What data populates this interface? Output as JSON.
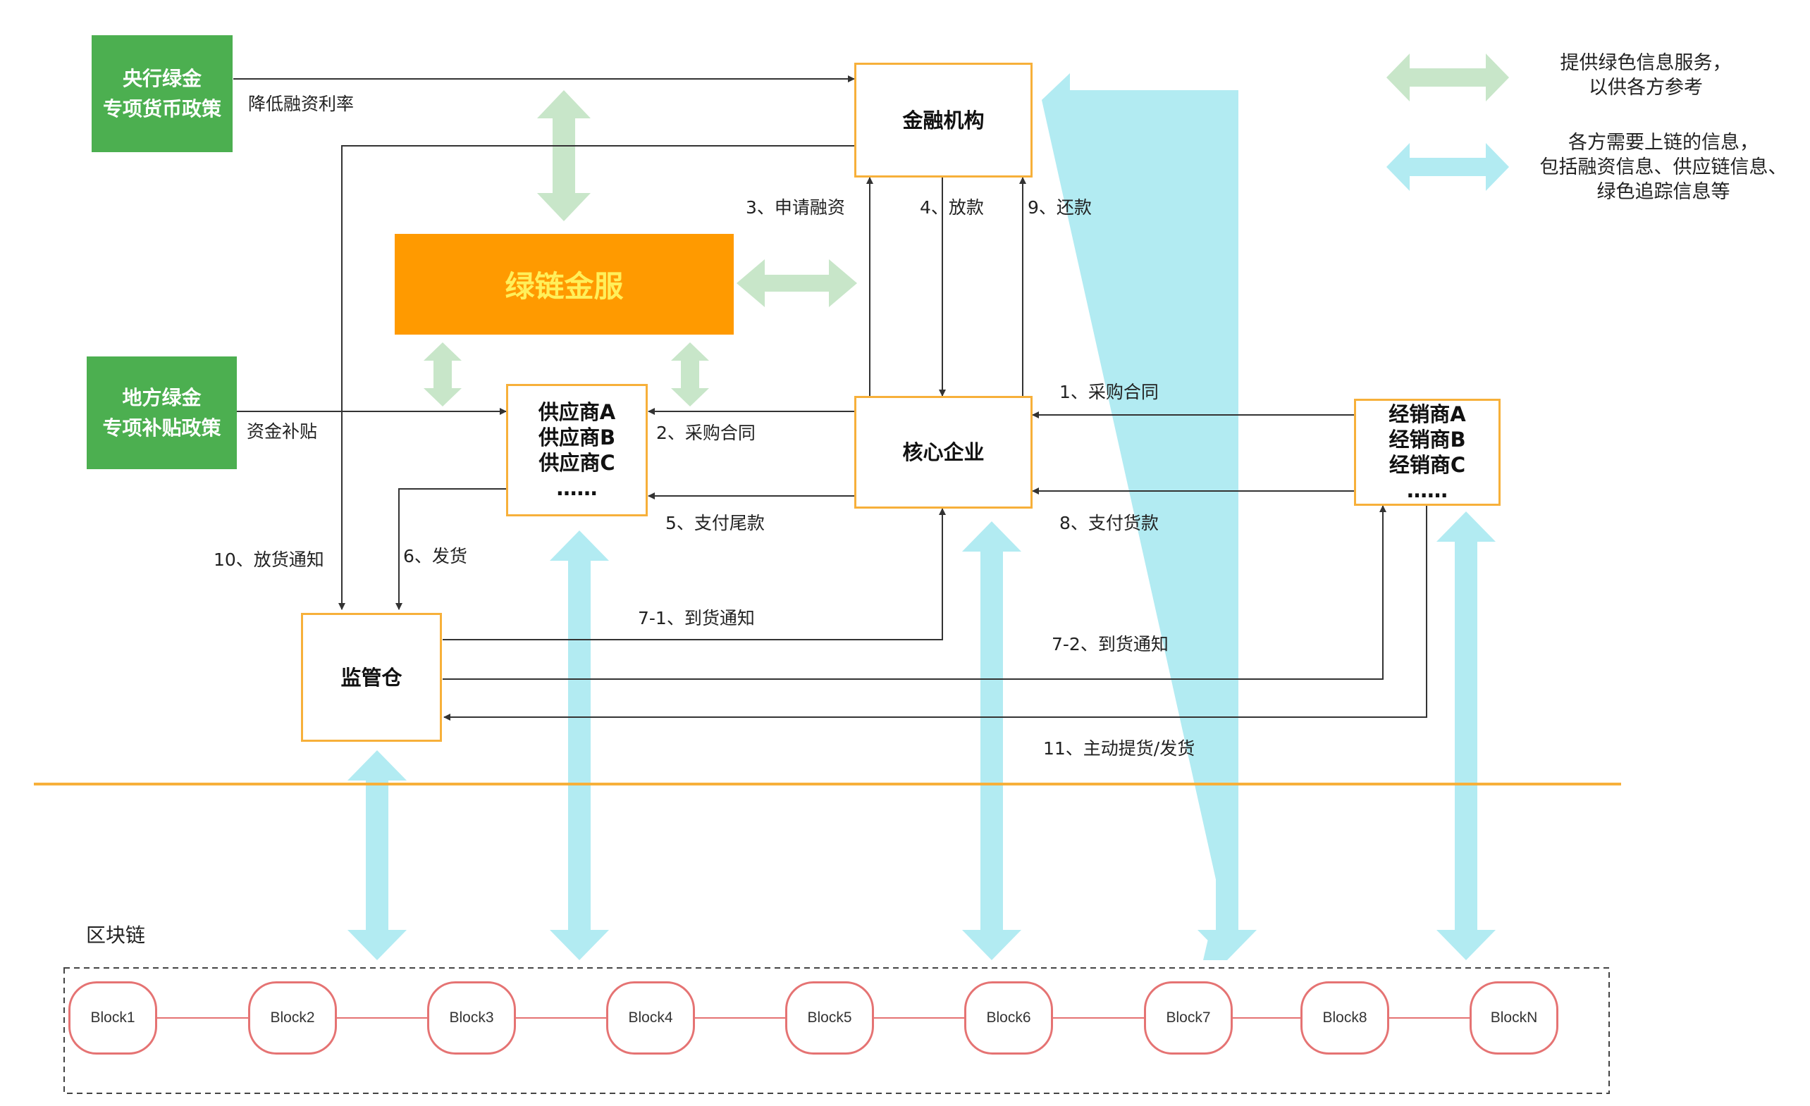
{
  "legend": {
    "green_desc": "提供绿色信息服务，\n以供各方参考",
    "blue_desc": "各方需要上链的信息，\n包括融资信息、供应链信息、\n绿色追踪信息等"
  },
  "nodes": {
    "central_bank": "央行绿金\n专项货币政策",
    "local_gov": "地方绿金\n专项补贴政策",
    "financial_institution": "金融机构",
    "platform": "绿链金服",
    "suppliers": "供应商A\n供应商B\n供应商C\n……",
    "core_enterprise": "核心企业",
    "distributors": "经销商A\n经销商B\n经销商C\n……",
    "warehouse": "监管仓"
  },
  "edge_labels": {
    "lower_rate": "降低融资利率",
    "subsidy": "资金补贴",
    "apply_financing": "3、申请融资",
    "loan": "4、放款",
    "repay": "9、还款",
    "purchase_contract_1": "1、采购合同",
    "purchase_contract_2": "2、采购合同",
    "final_payment": "5、支付尾款",
    "pay_goods": "8、支付货款",
    "release_notice": "10、放货通知",
    "ship": "6、发货",
    "arrival_notice_1": "7-1、到货通知",
    "arrival_notice_2": "7-2、到货通知",
    "pickup": "11、主动提货/发货"
  },
  "blockchain": {
    "title": "区块链",
    "blocks": [
      "Block1",
      "Block2",
      "Block3",
      "Block4",
      "Block5",
      "Block6",
      "Block7",
      "Block8",
      "BlockN"
    ]
  },
  "colors": {
    "node_border": "#f7b03a",
    "policy_green": "#4caf50",
    "platform_orange": "#ff9a00",
    "platform_text": "#ffef5a",
    "green_arrow": "#c8e6c9",
    "blue_arrow": "#b2ebf2",
    "divider": "#f7b03a",
    "block_border": "#e57373"
  }
}
